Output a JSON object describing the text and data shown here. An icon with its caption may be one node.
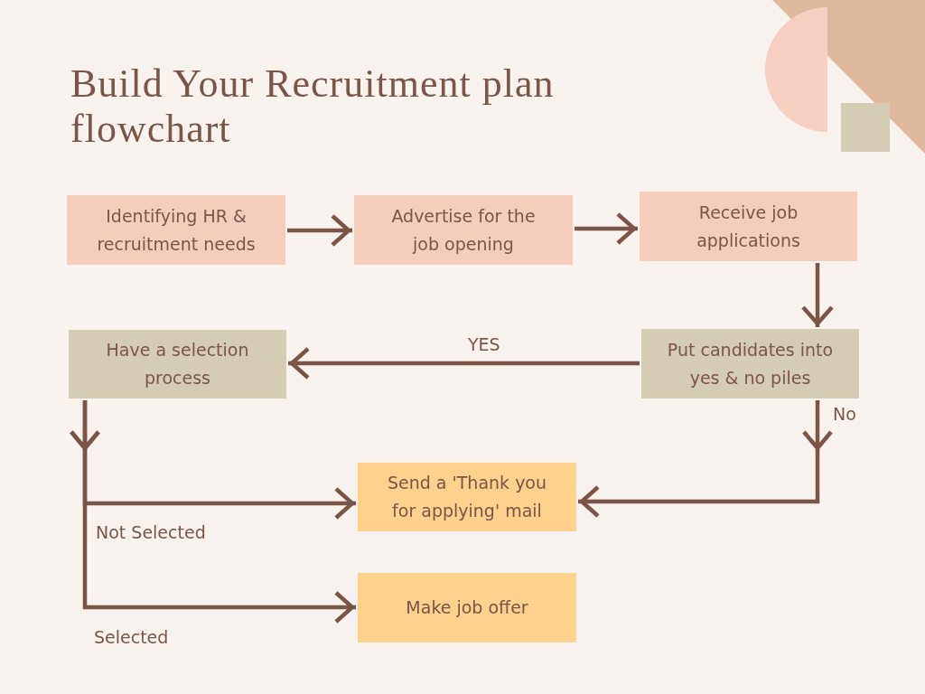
{
  "diagram": {
    "title": "Build Your Recruitment plan flowchart",
    "nodes": [
      {
        "text": [
          "Identifying HR & recruitment needs"
        ]
      },
      {
        "text": [
          "Advertise for the job opening"
        ]
      },
      {
        "text": [
          "Receive job applications"
        ]
      },
      {
        "text": [
          "Put candidates into yes & no piles"
        ]
      },
      {
        "text": [
          "Have a selection process"
        ]
      },
      {
        "text": [
          "Send a 'Thank you for applying' mail"
        ]
      },
      {
        "text": [
          "Make job offer"
        ]
      }
    ],
    "edges": [
      {
        "from": 0,
        "to": 1,
        "arrow": "to"
      },
      {
        "from": 1,
        "to": 2,
        "arrow": "to"
      },
      {
        "from": 2,
        "to": 3,
        "arrow": "to"
      },
      {
        "from": 3,
        "to": 4,
        "arrow": "to",
        "label": "YES"
      },
      {
        "from": 3,
        "to": 5,
        "arrow": "to",
        "label": "No"
      },
      {
        "from": 4,
        "to": 5,
        "arrow": "to",
        "label": "Not Selected"
      },
      {
        "from": 4,
        "to": 6,
        "arrow": "to",
        "label": "Selected"
      }
    ]
  }
}
